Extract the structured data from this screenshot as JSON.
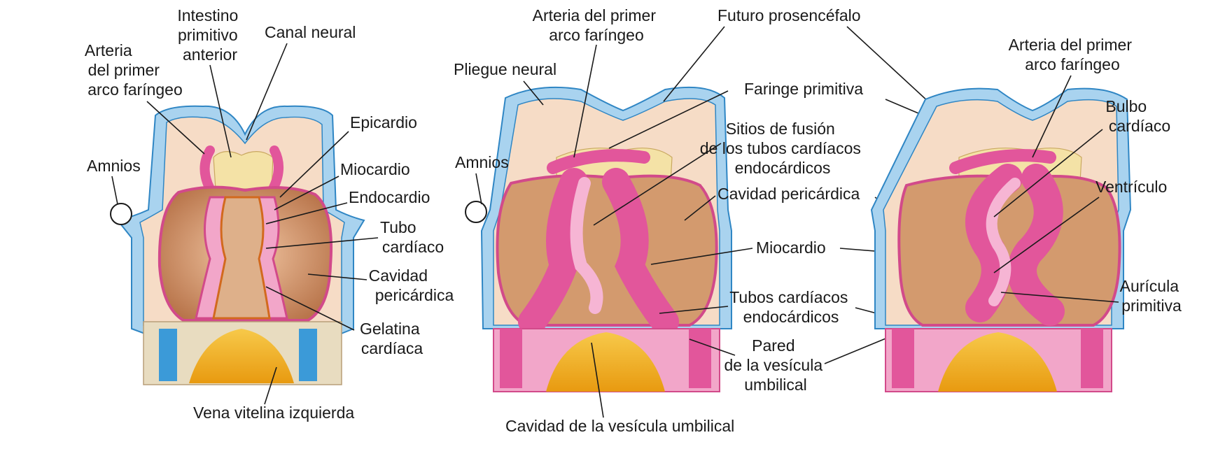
{
  "figure": {
    "panel_left": {
      "labels": {
        "intestino": [
          "Intestino",
          "primitivo",
          "anterior"
        ],
        "canal_neural": "Canal neural",
        "arteria": [
          "Arteria",
          "del primer",
          "arco faríngeo"
        ],
        "epicardio": "Epicardio",
        "amnios": "Amnios",
        "miocardio": "Miocardio",
        "endocardio": "Endocardio",
        "tubo": [
          "Tubo",
          "cardíaco"
        ],
        "cavidad": [
          "Cavidad",
          "pericárdica"
        ],
        "gelatina": [
          "Gelatina",
          "cardíaca"
        ],
        "vena": "Vena vitelina izquierda"
      }
    },
    "panel_middle": {
      "labels": {
        "arteria": [
          "Arteria del primer",
          "arco faríngeo"
        ],
        "pliegue": "Pliegue neural",
        "amnios": "Amnios",
        "futuro": "Futuro prosencéfalo",
        "faringe": "Faringe primitiva",
        "sitios": [
          "Sitios de fusión",
          "de los tubos cardíacos",
          "endocárdicos"
        ],
        "cavidad_peri": "Cavidad pericárdica",
        "miocardio": "Miocardio",
        "tubos": [
          "Tubos cardíacos",
          "endocárdicos"
        ],
        "pared": [
          "Pared",
          "de la vesícula",
          "umbilical"
        ],
        "cavidad_vesicula": "Cavidad de la vesícula umbilical"
      }
    },
    "panel_right": {
      "labels": {
        "arteria": [
          "Arteria del primer",
          "arco faríngeo"
        ],
        "bulbo": [
          "Bulbo",
          "cardíaco"
        ],
        "ventriculo": "Ventrículo",
        "auricula": [
          "Aurícula",
          "primitiva"
        ]
      }
    },
    "colors": {
      "amnion_blue": "#a9d3ef",
      "outline_blue": "#2f86c4",
      "body_tan": "#f6dcc6",
      "peri_brown": "#c98a5e",
      "heart_pink": "#e2569b",
      "heart_light": "#f2a6c9",
      "yolk_yellow": "#f5b625",
      "vein_blue": "#3b9ad8",
      "pharynx_cream": "#f4e2a6"
    }
  }
}
